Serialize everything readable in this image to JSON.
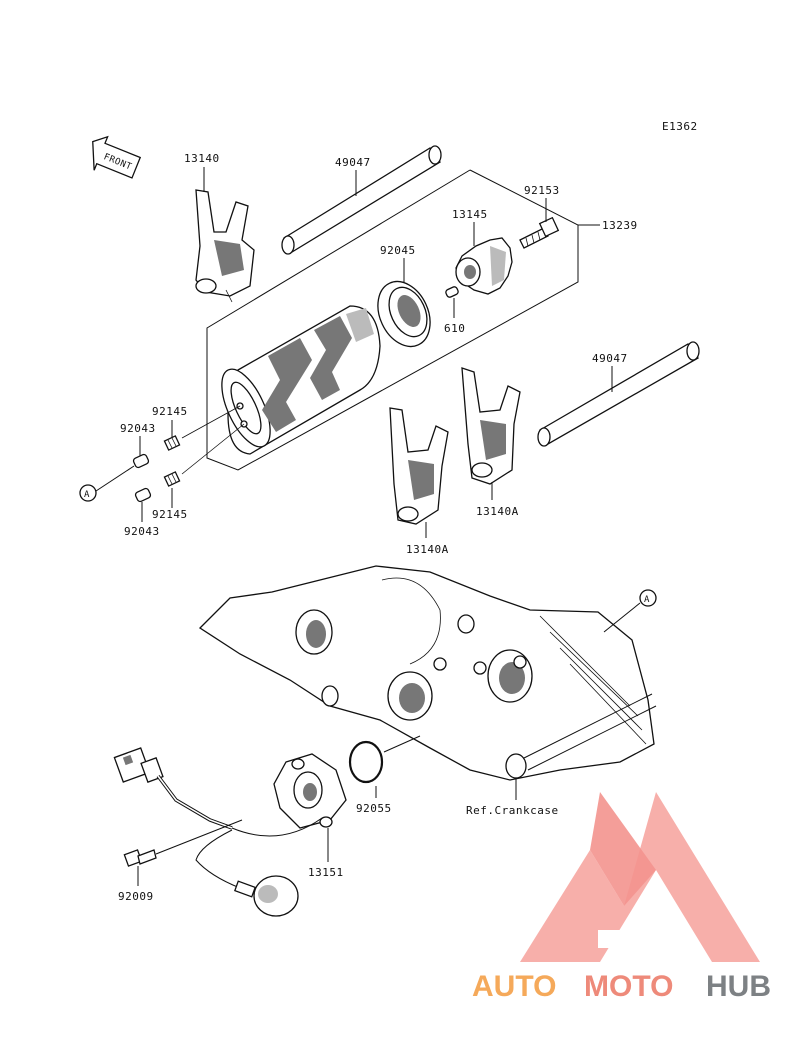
{
  "diagram_code": "E1362",
  "front_label": "FRONT",
  "parts": {
    "p13140": "13140",
    "p49047_top": "49047",
    "p92153": "92153",
    "p13145": "13145",
    "p13239": "13239",
    "p92045": "92045",
    "p610": "610",
    "p49047_right": "49047",
    "p92145_upper": "92145",
    "p92043_upper": "92043",
    "p92145_lower": "92145",
    "p92043_lower": "92043",
    "p13140A_right": "13140A",
    "p13140A_left": "13140A",
    "p92055": "92055",
    "p13151": "13151",
    "p92009": "92009"
  },
  "ref_crankcase": "Ref.Crankcase",
  "callout_A": "A",
  "watermark": {
    "auto": "AUTO",
    "moto": "MOTO",
    "hub": "HUB"
  }
}
